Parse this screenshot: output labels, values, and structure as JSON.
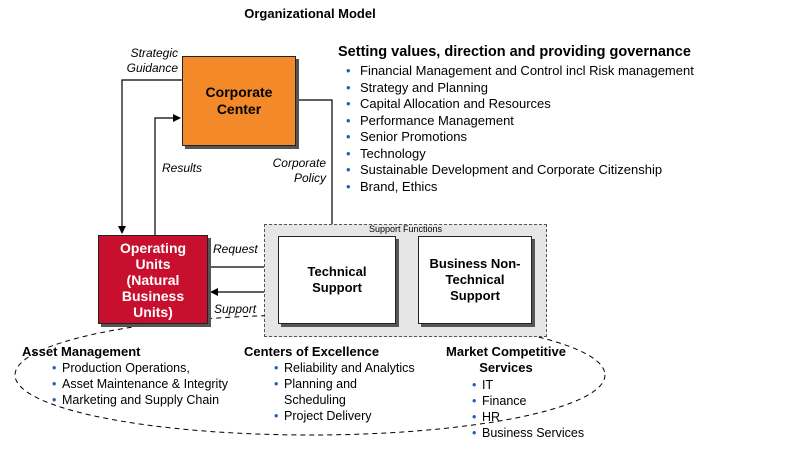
{
  "title": "Organizational Model",
  "corporate_center": {
    "label": "Corporate Center"
  },
  "operating_units": {
    "label": "Operating Units (Natural Business Units)"
  },
  "support_functions": {
    "label": "Support Functions",
    "technical": "Technical Support",
    "non_technical": "Business Non-Technical Support"
  },
  "arrow_labels": {
    "strategic_guidance": "Strategic Guidance",
    "results": "Results",
    "corporate_policy": "Corporate Policy",
    "request": "Request",
    "support": "Support"
  },
  "governance": {
    "heading": "Setting values, direction and providing governance",
    "items": [
      "Financial Management and Control incl Risk management",
      "Strategy and Planning",
      "Capital Allocation and Resources",
      "Performance Management",
      "Senior Promotions",
      "Technology",
      "Sustainable Development and Corporate Citizenship",
      "Brand, Ethics"
    ]
  },
  "asset_management": {
    "heading": "Asset Management",
    "items": [
      "Production Operations,",
      "Asset Maintenance & Integrity",
      "Marketing and Supply Chain"
    ]
  },
  "centers_of_excellence": {
    "heading": "Centers of Excellence",
    "items": [
      "Reliability and Analytics",
      "Planning and Scheduling",
      "Project Delivery"
    ]
  },
  "market_services": {
    "heading": "Market Competitive Services",
    "items": [
      "IT",
      "Finance",
      "HR",
      "Business Services"
    ]
  }
}
